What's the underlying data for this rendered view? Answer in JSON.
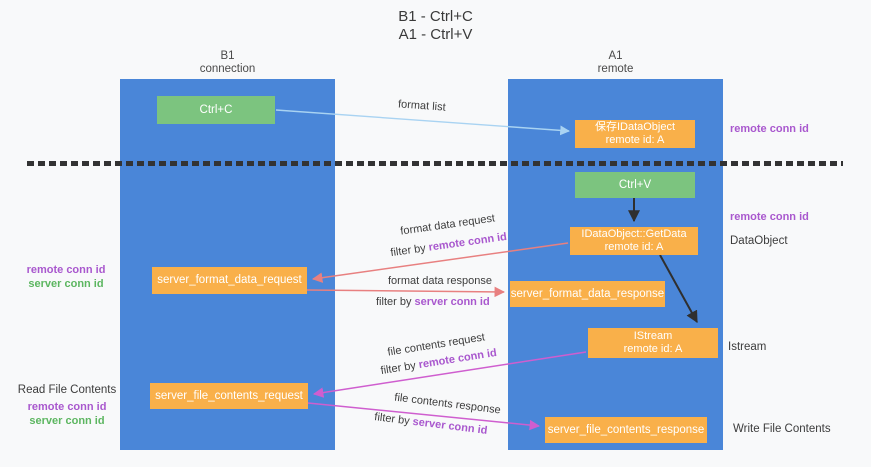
{
  "title": {
    "line1": "B1 - Ctrl+C",
    "line2": "A1 - Ctrl+V"
  },
  "columns": {
    "left": {
      "name": "B1",
      "role": "connection"
    },
    "right": {
      "name": "A1",
      "role": "remote"
    }
  },
  "boxes": {
    "ctrl_c": {
      "label": "Ctrl+C"
    },
    "ctrl_v": {
      "label": "Ctrl+V"
    },
    "save_idataobject": {
      "line1": "保存IDataObject",
      "line2": "remote id: A"
    },
    "getdata": {
      "line1": "IDataObject::GetData",
      "line2": "remote id: A"
    },
    "istream": {
      "line1": "IStream",
      "line2": "remote id: A"
    },
    "format_request": {
      "label": "server_format_data_request"
    },
    "format_response": {
      "label": "server_format_data_response"
    },
    "file_request": {
      "label": "server_file_contents_request"
    },
    "file_response": {
      "label": "server_file_contents_response"
    }
  },
  "arrow_labels": {
    "format_list": "format list",
    "format_data_request": "format data request",
    "format_data_response": "format data response",
    "file_contents_request": "file contents request",
    "file_contents_response": "file contents response",
    "filter_by": "filter by ",
    "remote_conn_id": "remote conn id",
    "server_conn_id": "server conn id"
  },
  "side_labels": {
    "remote_conn_id": "remote conn id",
    "server_conn_id": "server conn id",
    "dataobject": "DataObject",
    "istream": "Istream",
    "read_file_contents": "Read File Contents",
    "write_file_contents": "Write File Contents"
  },
  "colors": {
    "column_blue": "#4a86d8",
    "box_green": "#7cc47f",
    "box_orange": "#f9b04a",
    "arrow_blue": "#a9d3f2",
    "arrow_red": "#e88080",
    "arrow_magenta": "#cf5ecf",
    "arrow_black": "#2f2f2f",
    "text_purple": "#a958ce",
    "text_green": "#5cb660",
    "text_dark": "#3c3c3c",
    "background": "#f8f9fa"
  }
}
